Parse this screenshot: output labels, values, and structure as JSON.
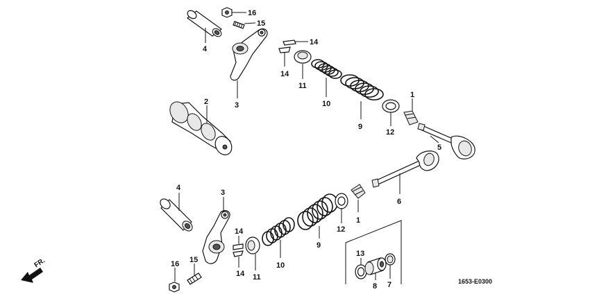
{
  "diagram_code": "1653-E0300",
  "direction_label": "FR.",
  "callouts": {
    "top": {
      "p16": "16",
      "p15": "15",
      "p4": "4",
      "p3": "3",
      "p2": "2",
      "p14a": "14",
      "p14b": "14",
      "p11": "11",
      "p10": "10",
      "p9": "9",
      "p12": "12",
      "p1": "1",
      "p5": "5"
    },
    "bottom": {
      "p4": "4",
      "p3": "3",
      "p6": "6",
      "p14a": "14",
      "p14b": "14",
      "p16": "16",
      "p15": "15",
      "p10": "10",
      "p11": "11",
      "p9": "9",
      "p12": "12",
      "p1": "1",
      "p13": "13",
      "p8": "8",
      "p7": "7"
    }
  }
}
